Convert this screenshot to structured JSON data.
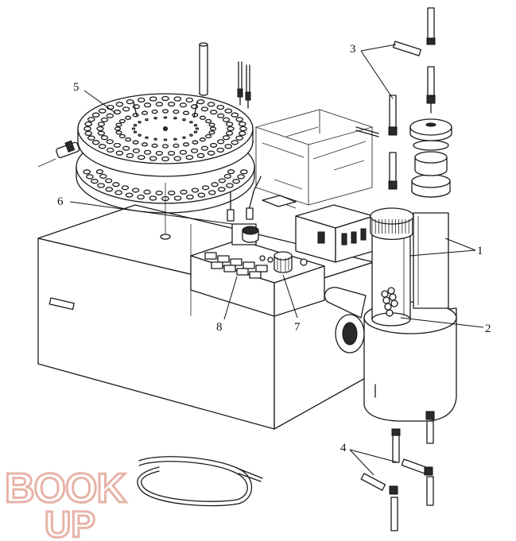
{
  "figure": {
    "labels": [
      {
        "id": "1",
        "text": "1"
      },
      {
        "id": "2",
        "text": "2"
      },
      {
        "id": "3",
        "text": "3"
      },
      {
        "id": "4",
        "text": "4"
      },
      {
        "id": "5",
        "text": "5"
      },
      {
        "id": "6",
        "text": "6"
      },
      {
        "id": "7",
        "text": "7"
      },
      {
        "id": "8",
        "text": "8"
      }
    ]
  },
  "watermark": {
    "line1": "BOOK",
    "line2": "UP",
    "color": "#e8b3a8"
  }
}
